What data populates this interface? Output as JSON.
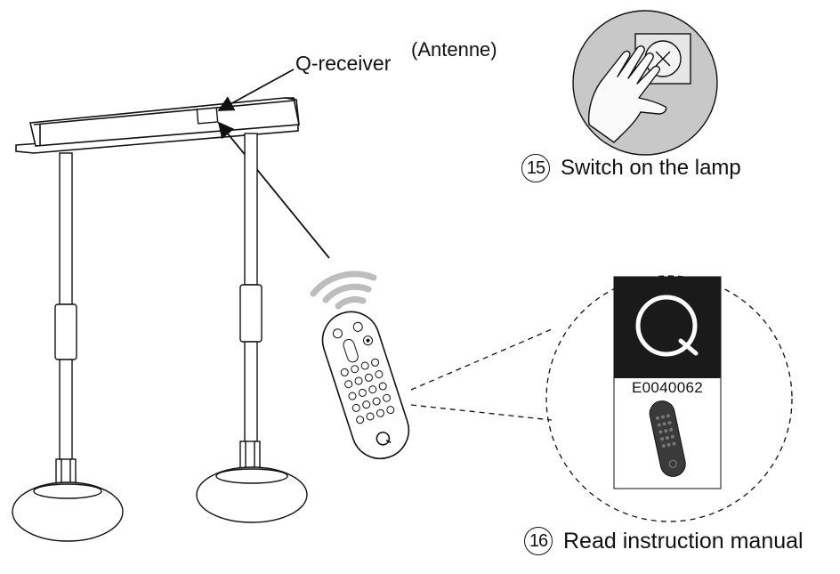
{
  "labels": {
    "q_receiver": "Q-receiver",
    "antenne": "(Antenne)"
  },
  "steps": [
    {
      "number": "15",
      "text": "Switch on the lamp"
    },
    {
      "number": "16",
      "text": "Read instruction manual"
    }
  ],
  "manual_card": {
    "logo": "Q",
    "code": "E0040062"
  },
  "remote": {
    "logo": "Q"
  },
  "colors": {
    "line": "#111111",
    "switch_circle_fill": "#c8c8c8",
    "card_header": "#1a1a1a",
    "signal_waves": "#bdbdbd"
  }
}
